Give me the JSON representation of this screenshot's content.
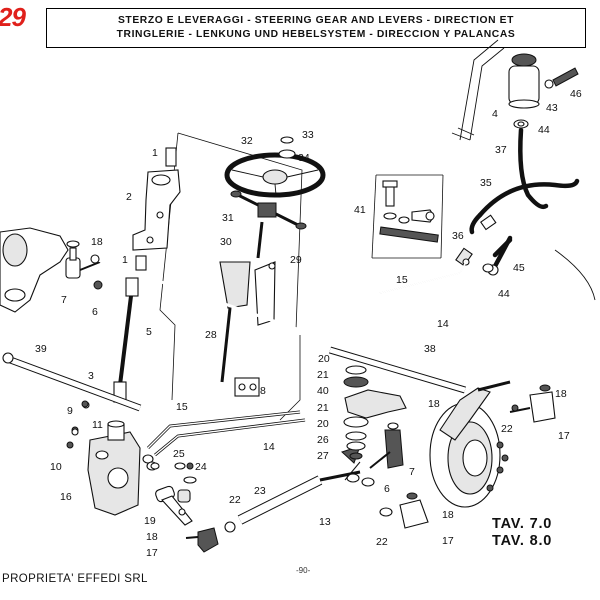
{
  "header": {
    "line1": "STERZO E LEVERAGGI - STEERING GEAR AND LEVERS - DIRECTION ET",
    "line2": "TRINGLERIE - LENKUNG UND HEBELSYSTEM - DIRECCION Y PALANCAS"
  },
  "brand": {
    "logo_text": "29",
    "color": "#e0201b"
  },
  "footer": {
    "owner": "PROPRIETA' EFFEDI SRL",
    "page": "-90-"
  },
  "tables": [
    "TAV. 7.0",
    "TAV. 8.0"
  ],
  "callouts": [
    {
      "id": "c1",
      "label": "1"
    },
    {
      "id": "c2",
      "label": "2"
    },
    {
      "id": "c1b",
      "label": "1"
    },
    {
      "id": "c3",
      "label": "3"
    },
    {
      "id": "c4",
      "label": "4"
    },
    {
      "id": "c5",
      "label": "5"
    },
    {
      "id": "c6",
      "label": "6"
    },
    {
      "id": "c6b",
      "label": "6"
    },
    {
      "id": "c7",
      "label": "7"
    },
    {
      "id": "c7b",
      "label": "7"
    },
    {
      "id": "c8",
      "label": "8"
    },
    {
      "id": "c9",
      "label": "9"
    },
    {
      "id": "c10",
      "label": "10"
    },
    {
      "id": "c11",
      "label": "11"
    },
    {
      "id": "c13",
      "label": "13"
    },
    {
      "id": "c14",
      "label": "14"
    },
    {
      "id": "c14b",
      "label": "14"
    },
    {
      "id": "c15",
      "label": "15"
    },
    {
      "id": "c15b",
      "label": "15"
    },
    {
      "id": "c16",
      "label": "16"
    },
    {
      "id": "c17",
      "label": "17"
    },
    {
      "id": "c17b",
      "label": "17"
    },
    {
      "id": "c17c",
      "label": "17"
    },
    {
      "id": "c18",
      "label": "18"
    },
    {
      "id": "c18b",
      "label": "18"
    },
    {
      "id": "c18c",
      "label": "18"
    },
    {
      "id": "c18d",
      "label": "18"
    },
    {
      "id": "c18e",
      "label": "18"
    },
    {
      "id": "c19",
      "label": "19"
    },
    {
      "id": "c20",
      "label": "20"
    },
    {
      "id": "c20b",
      "label": "20"
    },
    {
      "id": "c21",
      "label": "21"
    },
    {
      "id": "c21b",
      "label": "21"
    },
    {
      "id": "c22",
      "label": "22"
    },
    {
      "id": "c22b",
      "label": "22"
    },
    {
      "id": "c22c",
      "label": "22"
    },
    {
      "id": "c23",
      "label": "23"
    },
    {
      "id": "c24",
      "label": "24"
    },
    {
      "id": "c25",
      "label": "25"
    },
    {
      "id": "c26",
      "label": "26"
    },
    {
      "id": "c27",
      "label": "27"
    },
    {
      "id": "c28",
      "label": "28"
    },
    {
      "id": "c29",
      "label": "29"
    },
    {
      "id": "c30",
      "label": "30"
    },
    {
      "id": "c31",
      "label": "31"
    },
    {
      "id": "c32",
      "label": "32"
    },
    {
      "id": "c33",
      "label": "33"
    },
    {
      "id": "c34",
      "label": "34"
    },
    {
      "id": "c35",
      "label": "35"
    },
    {
      "id": "c36",
      "label": "36"
    },
    {
      "id": "c37",
      "label": "37"
    },
    {
      "id": "c38",
      "label": "38"
    },
    {
      "id": "c39",
      "label": "39"
    },
    {
      "id": "c40",
      "label": "40"
    },
    {
      "id": "c41",
      "label": "41"
    },
    {
      "id": "c43",
      "label": "43"
    },
    {
      "id": "c44",
      "label": "44"
    },
    {
      "id": "c44b",
      "label": "44"
    },
    {
      "id": "c45",
      "label": "45"
    },
    {
      "id": "c46",
      "label": "46"
    }
  ]
}
